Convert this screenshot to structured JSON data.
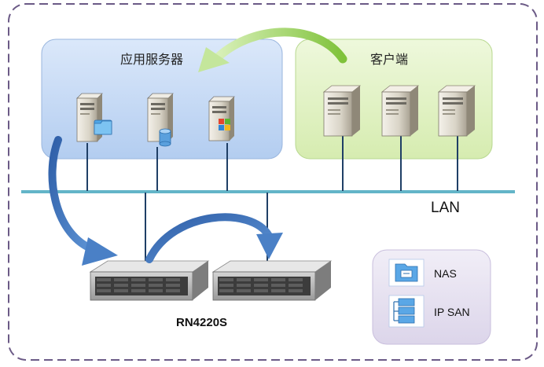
{
  "groups": {
    "app_servers": {
      "label": "应用服务器"
    },
    "clients": {
      "label": "客户端"
    }
  },
  "network": {
    "lan_label": "LAN"
  },
  "storage": {
    "model_label": "RN4220S"
  },
  "legend": {
    "nas_label": "NAS",
    "ipsan_label": "IP SAN"
  },
  "colors": {
    "app_box_fill": "#c9dcf6",
    "client_box_fill": "#e4f3c8",
    "lan_line": "#63b5c8",
    "blue_arrow": "#3f79c2",
    "green_arrow": "#8fcc3d",
    "frame_dash": "#6b5a86",
    "legend_fill": "#e7e2f1"
  },
  "icons": {
    "app_server_1": "server-with-folder-icon",
    "app_server_2": "server-with-database-icon",
    "app_server_3": "server-with-windows-icon",
    "client": "tower-pc-icon",
    "nas": "nas-icon",
    "ipsan": "ip-san-icon"
  }
}
